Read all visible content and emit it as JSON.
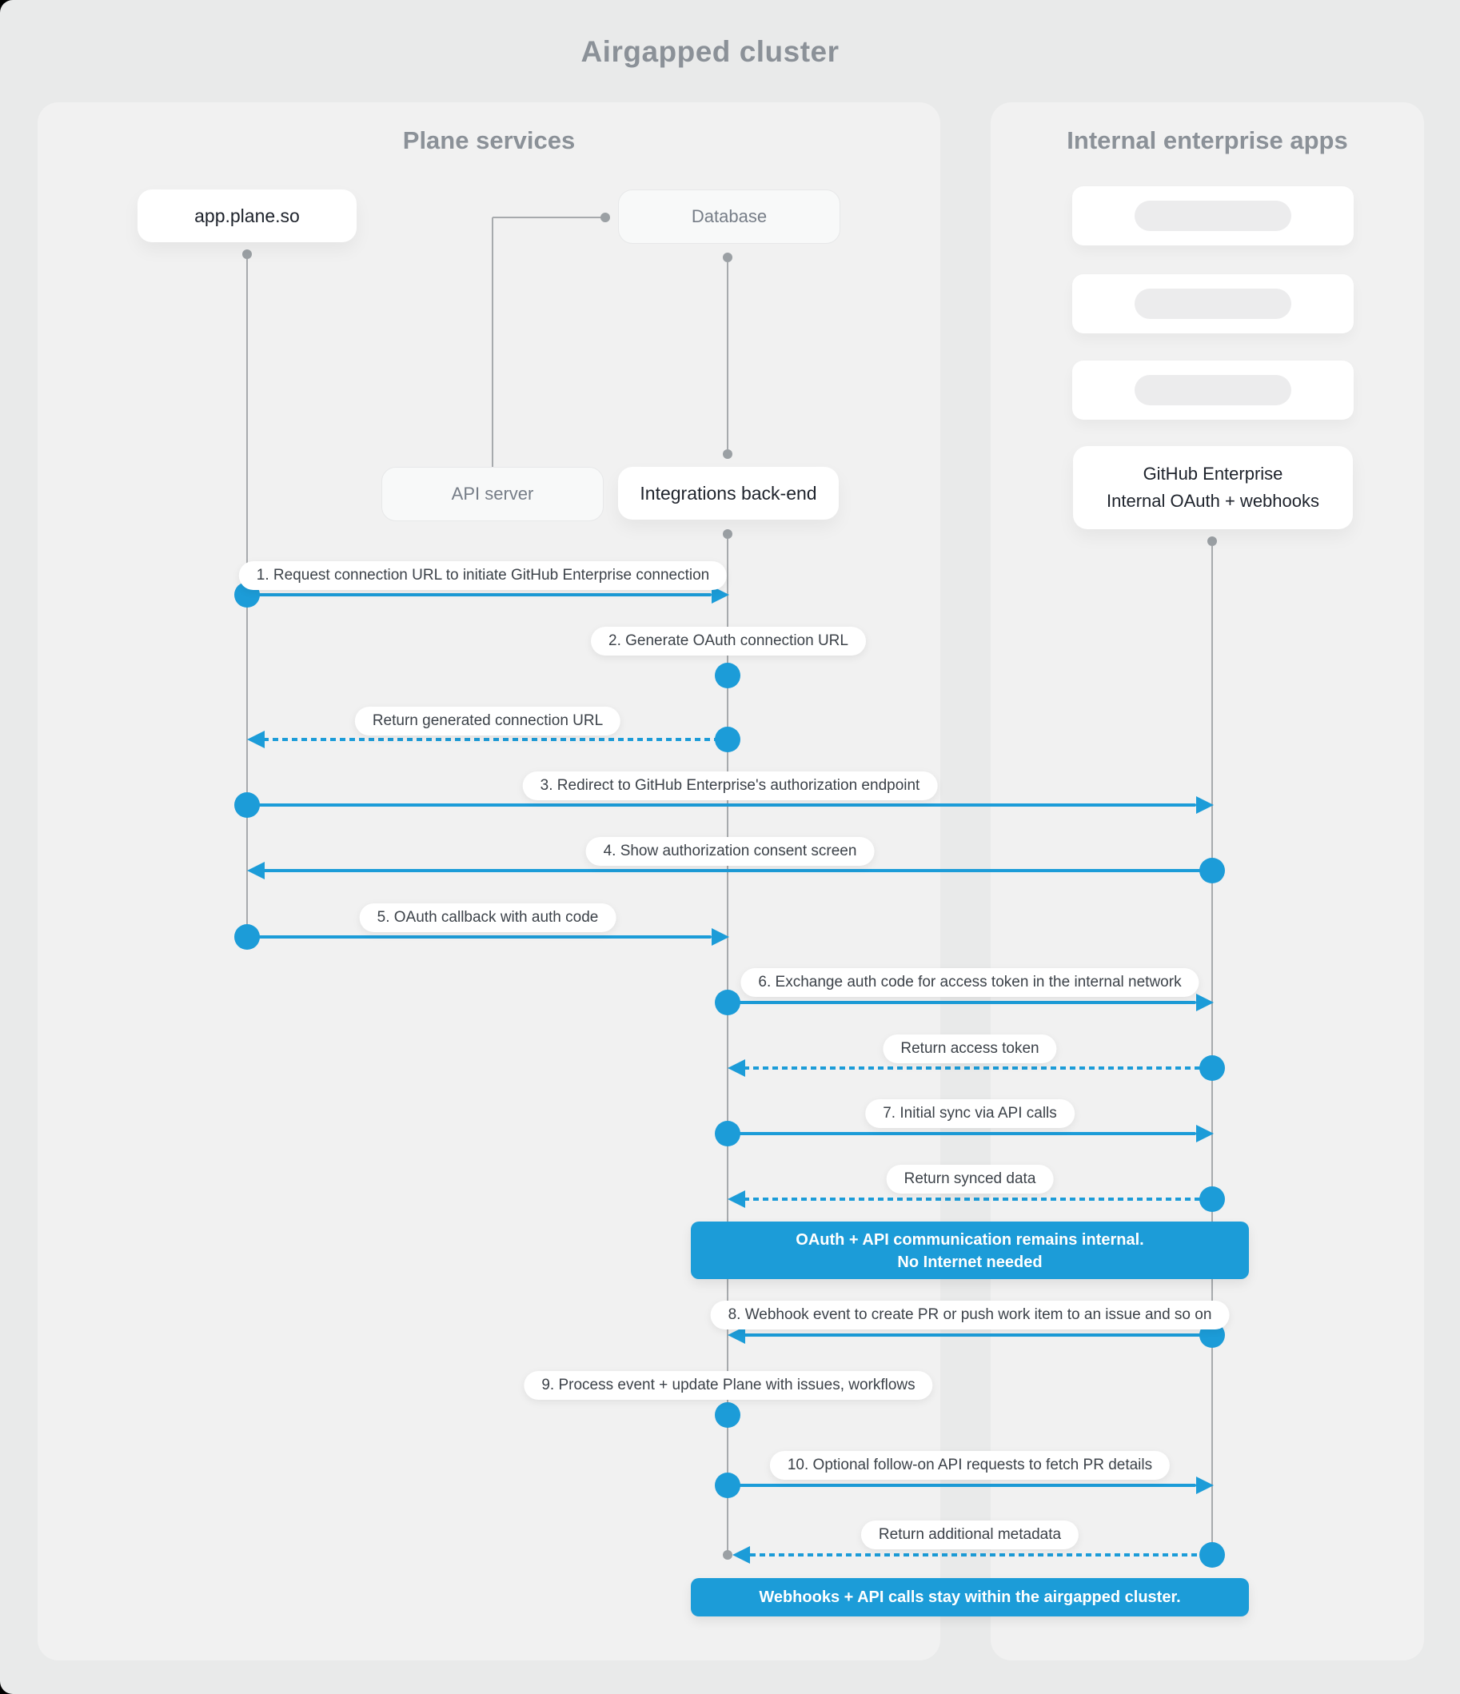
{
  "title": "Airgapped cluster",
  "colors": {
    "accent_blue": "#1c9cd8",
    "page_bg": "#e9eaea",
    "panel_bg": "#f1f1f1",
    "lifeline_gray": "#a7aaad",
    "heading_gray": "#8b9198",
    "dark_text": "#1d222b"
  },
  "panels": {
    "plane": {
      "heading": "Plane services"
    },
    "internal": {
      "heading": "Internal enterprise apps"
    }
  },
  "actors": {
    "app": {
      "label": "app.plane.so"
    },
    "database": {
      "label": "Database"
    },
    "api_server": {
      "label": "API server"
    },
    "integrations": {
      "label": "Integrations back-end"
    },
    "github": {
      "line1": "GitHub Enterprise",
      "line2": "Internal OAuth + webhooks"
    }
  },
  "messages": [
    {
      "label": "1. Request connection URL to initiate GitHub Enterprise connection"
    },
    {
      "label": "2. Generate OAuth connection URL"
    },
    {
      "label": "Return generated connection URL"
    },
    {
      "label": "3. Redirect to GitHub Enterprise's authorization endpoint"
    },
    {
      "label": "4. Show authorization consent screen"
    },
    {
      "label": "5. OAuth callback with auth code"
    },
    {
      "label": "6. Exchange auth code for access token in the internal network"
    },
    {
      "label": "Return access token"
    },
    {
      "label": "7. Initial sync via API calls"
    },
    {
      "label": "Return synced data"
    },
    {
      "label": "8. Webhook event to create PR or push work item to an issue and so on"
    },
    {
      "label": "9. Process event + update Plane with issues, workflows"
    },
    {
      "label": "10. Optional follow-on API requests to fetch PR details"
    },
    {
      "label": "Return additional metadata"
    }
  ],
  "banners": {
    "internal": {
      "line1": "OAuth + API communication remains internal.",
      "line2": "No Internet needed"
    },
    "airgapped": {
      "text": "Webhooks + API calls stay within the airgapped cluster."
    }
  }
}
